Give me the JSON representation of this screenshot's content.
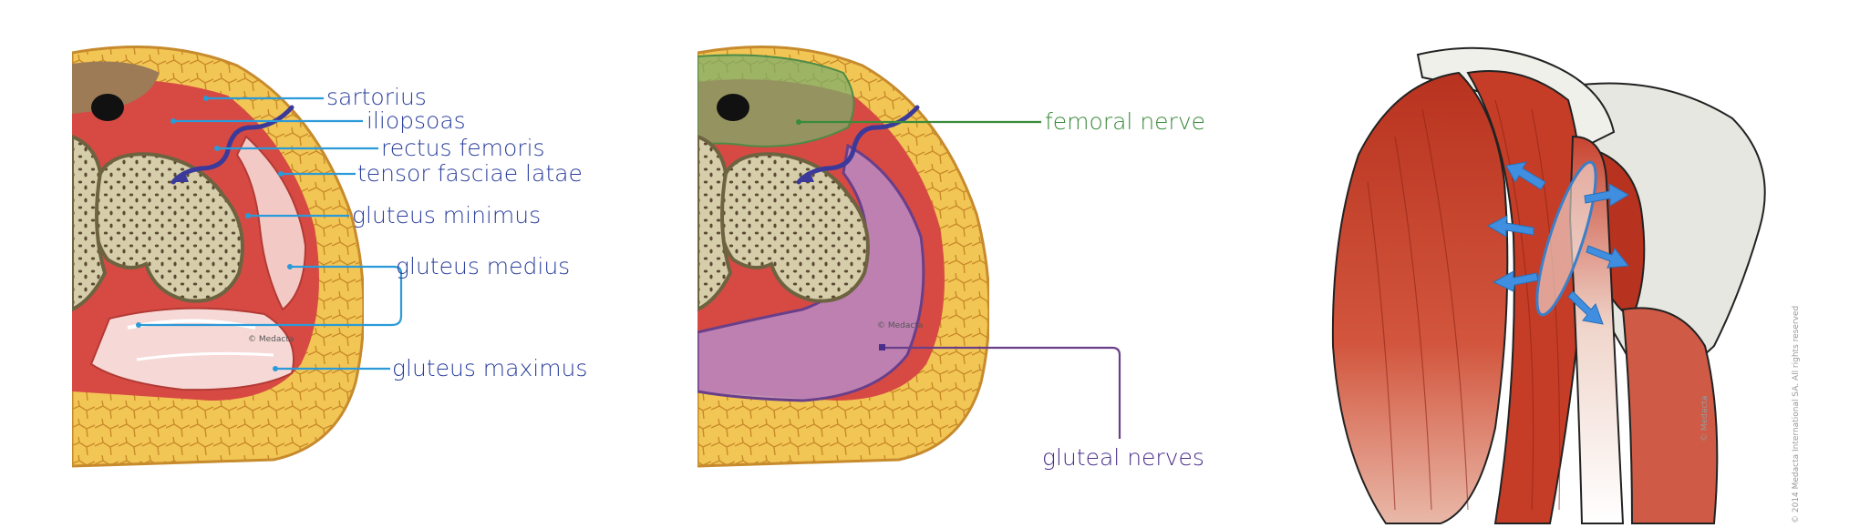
{
  "panel1": {
    "labels": {
      "sartorius": "sartorius",
      "iliopsoas": "iliopsoas",
      "rectus_femoris": "rectus femoris",
      "tensor_fasciae_latae": "tensor fasciae latae",
      "gluteus_minimus": "gluteus minimus",
      "gluteus_medius": "gluteus medius",
      "gluteus_maximus": "gluteus maximus"
    },
    "watermark": "© Medacta"
  },
  "panel2": {
    "labels": {
      "femoral_nerve": "femoral nerve",
      "gluteal_nerves": "gluteal nerves"
    },
    "watermark": "© Medacta"
  },
  "panel3": {
    "watermark": "© Medacta",
    "copyright": "© 2014 Medacta International SA. All rights reserved"
  },
  "colors": {
    "label_blue": "#2b3f9c",
    "leader_blue": "#2a9ad8",
    "nerve_green": "#3a8a3a",
    "nerve_purple": "#4a2f8a",
    "muscle_red": "#c8402c",
    "fat_yellow": "#f0c550",
    "bone": "#cfc7a0"
  }
}
